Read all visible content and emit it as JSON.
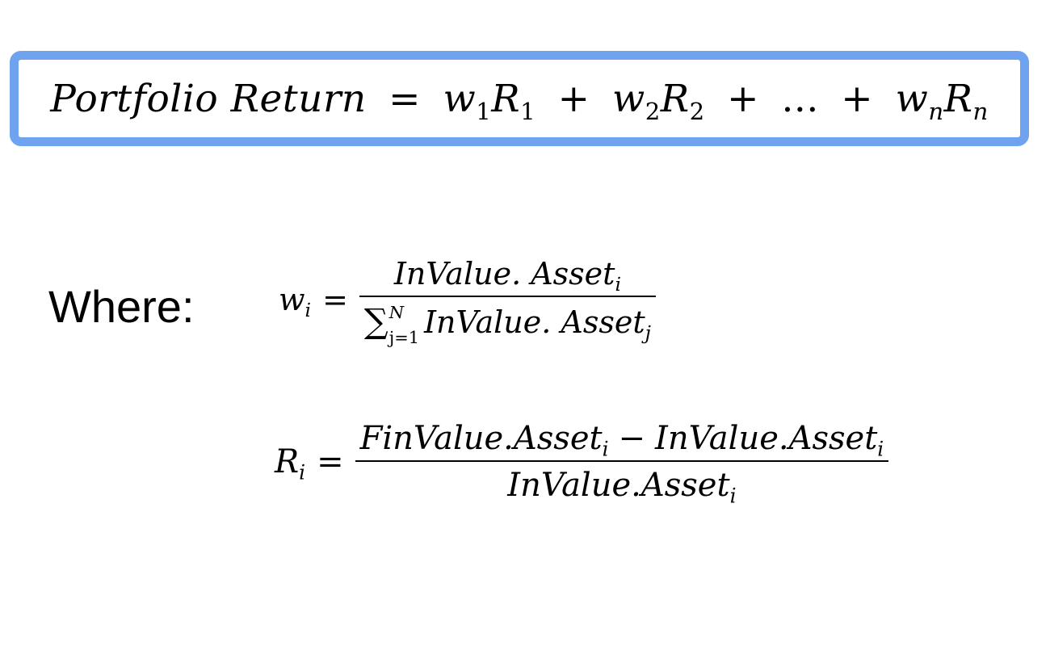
{
  "main_formula": {
    "lhs": "Portfolio Return",
    "equals": "=",
    "terms": [
      {
        "w": "w",
        "w_sub": "1",
        "r": "R",
        "r_sub": "1"
      },
      {
        "w": "w",
        "w_sub": "2",
        "r": "R",
        "r_sub": "2"
      },
      {
        "ellipsis": "..."
      },
      {
        "w": "w",
        "w_sub": "n",
        "r": "R",
        "r_sub": "n"
      }
    ],
    "plus": "+"
  },
  "where_label": "Where:",
  "weight_eq": {
    "lhs": "w",
    "lhs_sub": "i",
    "equals": "=",
    "numerator": "InValue. Asset",
    "numerator_sub": "i",
    "den_sigma": "∑",
    "den_sup": "N",
    "den_sub": "j=1",
    "denominator": "InValue. Asset",
    "denominator_sub": "j"
  },
  "return_eq": {
    "lhs": "R",
    "lhs_sub": "i",
    "equals": "=",
    "numerator_a": "FinValue.Asset",
    "numerator_a_sub": "i",
    "minus": "−",
    "numerator_b": "InValue.Asset",
    "numerator_b_sub": "i",
    "denominator": "InValue.Asset",
    "denominator_sub": "i"
  },
  "colors": {
    "box_border": "#6fa3ef"
  }
}
